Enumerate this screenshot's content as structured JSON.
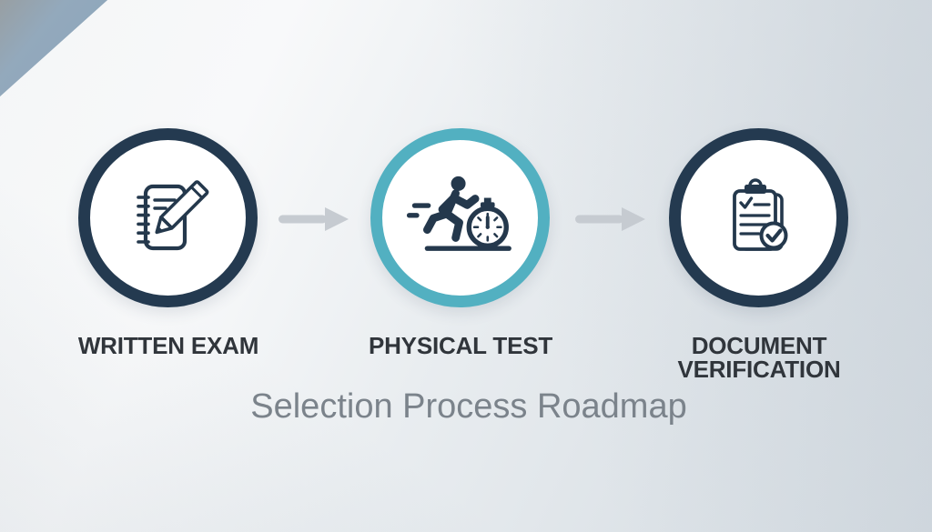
{
  "slide": {
    "title": "Selection Process Roadmap"
  },
  "steps": [
    {
      "label": "WRITTEN EXAM",
      "icon": "notebook-pencil-icon",
      "ring_color": "#243a50"
    },
    {
      "label": "PHYSICAL TEST",
      "icon": "runner-stopwatch-icon",
      "ring_color": "#52b0c1"
    },
    {
      "label": "DOCUMENT VERIFICATION",
      "icon": "clipboard-check-icon",
      "ring_color": "#243a50"
    }
  ],
  "connectors": [
    {
      "icon": "arrow-right-icon",
      "direction": "right"
    },
    {
      "icon": "arrow-right-icon",
      "direction": "right"
    }
  ],
  "colors": {
    "ring_navy": "#243a50",
    "ring_teal": "#52b0c1",
    "icon_navy": "#24384c",
    "arrow_gray": "#c6cbd1",
    "label_text": "#30353b",
    "title_text": "#7b838b",
    "circle_fill": "#ffffff",
    "corner_wedge": "#8fa7bc",
    "background_light": "#f8f9fa",
    "background_dark": "#d5dce2"
  }
}
